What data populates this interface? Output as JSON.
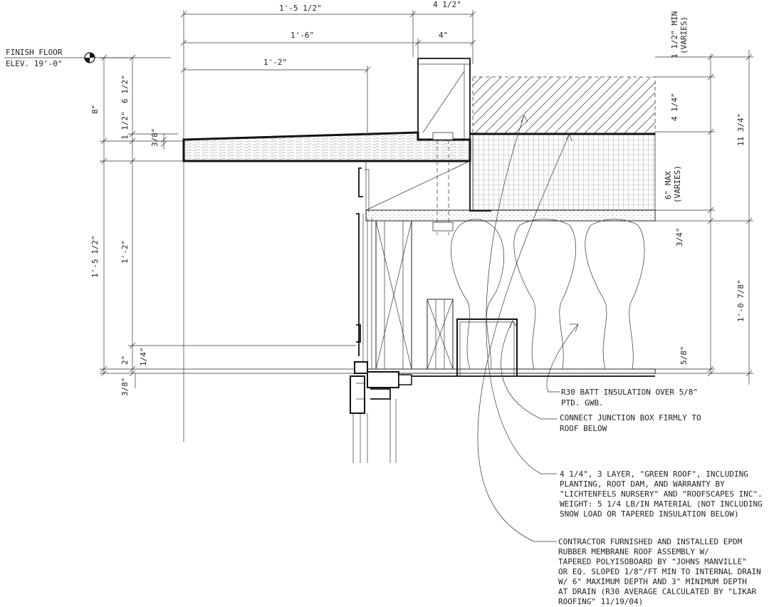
{
  "title_block": {
    "finish_floor": "FINISH FLOOR",
    "elevation": "ELEV. 19'-0\""
  },
  "dimensions": {
    "top_1": "1'-5 1/2\"",
    "top_2": "4 1/2\"",
    "top_3": "1'-6\"",
    "top_4": "4\"",
    "top_5": "1'-2\"",
    "left_8": "8\"",
    "left_6_5": "6 1/2\"",
    "left_1_5": "1 1/2\"",
    "left_3_8": "3/8\"",
    "left_1_5_5": "1'-5 1/2\"",
    "left_1_2": "1'-2\"",
    "left_2": "2\"",
    "left_1_4": "1/4\"",
    "left_3_8b": "3/8\"",
    "right_min_a": "1 1/2\" MIN",
    "right_min_b": "(VARIES)",
    "right_4_25": "4 1/4\"",
    "right_11_75": "11 3/4\"",
    "right_max_a": "6\" MAX",
    "right_max_b": "(VARIES)",
    "right_3_4": "3/4\"",
    "right_1_0_78": "1'-0 7/8\"",
    "right_5_8": "5/8\""
  },
  "notes": {
    "batt": [
      "R30 BATT INSULATION OVER 5/8\"",
      "PTD. GWB."
    ],
    "junction": [
      "CONNECT JUNCTION BOX FIRMLY TO",
      "ROOF BELOW"
    ],
    "green_roof": [
      "4 1/4\", 3 LAYER, \"GREEN ROOF\", INCLUDING",
      "PLANTING, ROOT DAM, AND WARRANTY BY",
      "\"LICHTENFELS NURSERY\" AND \"ROOFSCAPES INC\".",
      "WEIGHT: 5 1/4 LB/IN MATERIAL (NOT INCLUDING",
      "SNOW LOAD OR TAPERED INSULATION BELOW)"
    ],
    "epdm": [
      "CONTRACTOR FURNISHED AND INSTALLED EPDM",
      "RUBBER MEMBRANE ROOF ASSEMBLY W/",
      "TAPERED POLYISOBOARD BY \"JOHNS MANVILLE\"",
      "OR EQ. SLOPED 1/8\"/FT MIN TO INTERNAL DRAIN",
      "W/ 6\" MAXIMUM DEPTH AND 3\" MINIMUM DEPTH",
      "AT DRAIN (R30 AVERAGE CALCULATED BY \"LIKAR",
      "ROOFING\" 11/19/04)"
    ]
  }
}
